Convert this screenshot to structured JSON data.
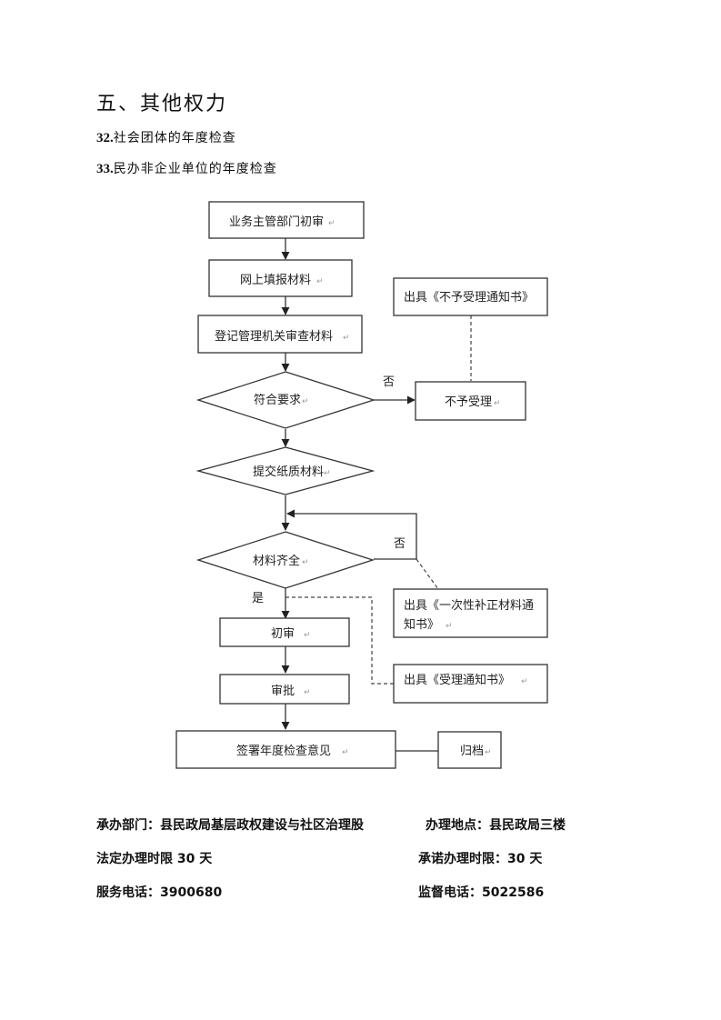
{
  "section_title": "五、其他权力",
  "items": [
    {
      "num": "32.",
      "label": "社会团体的年度检查"
    },
    {
      "num": "33.",
      "label": "民办非企业单位的年度检查"
    }
  ],
  "flowchart": {
    "nodes": {
      "step1": "业务主管部门初审",
      "step2": "网上填报材料",
      "step3": "登记管理机关审查材料",
      "decision1": "符合要求",
      "step4": "提交纸质材料",
      "decision2": "材料齐全",
      "step5": "初审",
      "step6": "审批",
      "step7": "签署年度检查意见",
      "archive": "归档",
      "reject": "不予受理",
      "reject_notice": "出具《不予受理通知书》",
      "supplement_notice_line1": "出具《一次性补正材料通",
      "supplement_notice_line2": "知书》",
      "accept_notice": "出具《受理通知书》"
    },
    "labels": {
      "no1": "否",
      "no2": "否",
      "yes": "是"
    },
    "paragraph_mark": "↵"
  },
  "info": {
    "department": "承办部门：县民政局基层政权建设与社区治理股",
    "location": "办理地点：县民政局三楼",
    "legal_limit": "法定办理时限 30 天",
    "promised_limit": "承诺办理时限：30 天",
    "service_phone": "服务电话：3900680",
    "supervision_phone": "监督电话：5022586"
  }
}
